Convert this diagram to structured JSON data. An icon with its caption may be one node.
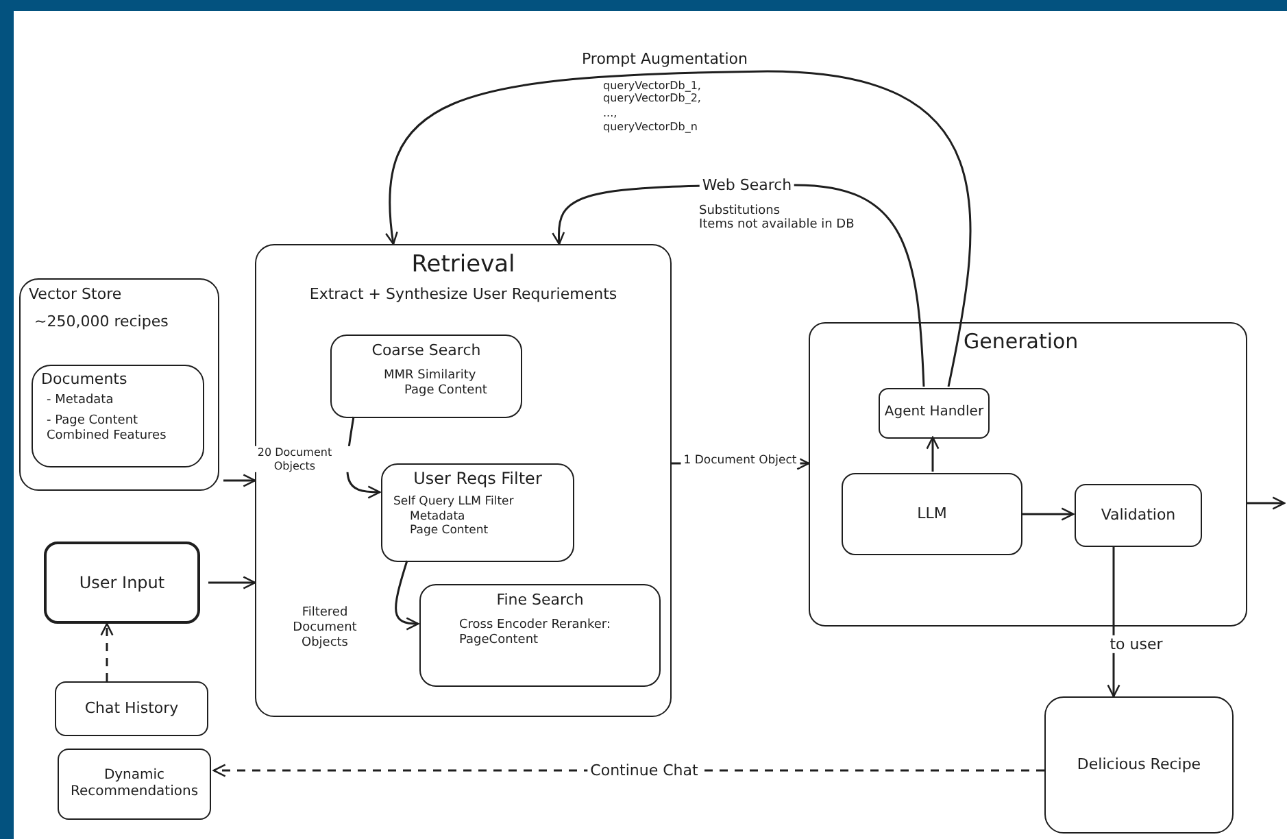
{
  "diagram": {
    "nodes": [
      {
        "text": [
          "Vector Store",
          "~250,000 recipes"
        ]
      },
      {
        "text": [
          "Documents",
          "- Metadata",
          "- Page Content Combined Features"
        ],
        "in": 0
      },
      {
        "text": [
          "User Input"
        ]
      },
      {
        "text": [
          "Chat History"
        ]
      },
      {
        "text": [
          "Dynamic Recommendations"
        ]
      },
      {
        "text": [
          "Retrieval",
          "Extract + Synthesize User Requriements"
        ]
      },
      {
        "text": [
          "Coarse Search",
          "MMR Similarity",
          "Page Content"
        ],
        "in": 5
      },
      {
        "text": [
          "User Reqs Filter",
          "Self Query LLM Filter",
          "Metadata",
          "Page Content"
        ],
        "in": 5
      },
      {
        "text": [
          "Fine Search",
          "Cross Encoder Reranker: PageContent"
        ],
        "in": 5
      },
      {
        "text": [
          "Generation"
        ]
      },
      {
        "text": [
          "Agent Handler"
        ],
        "in": 9
      },
      {
        "text": [
          "LLM"
        ],
        "in": 9
      },
      {
        "text": [
          "Validation"
        ],
        "in": 9
      },
      {
        "text": [
          "Delicious Recipe"
        ]
      }
    ],
    "edges": [
      {
        "from": 0,
        "to": 5,
        "arrow": "to"
      },
      {
        "from": 2,
        "to": 5,
        "arrow": "to"
      },
      {
        "from": 3,
        "to": 2,
        "arrow": "to",
        "style": "dashed"
      },
      {
        "from": 6,
        "to": 7,
        "arrow": "to",
        "label": "20 Document Objects"
      },
      {
        "from": 7,
        "to": 8,
        "arrow": "to",
        "label": "Filtered Document Objects"
      },
      {
        "from": 5,
        "to": 9,
        "arrow": "to",
        "label": "1 Document Object"
      },
      {
        "from": 11,
        "to": 10,
        "arrow": "to"
      },
      {
        "from": 11,
        "to": 12,
        "arrow": "to"
      },
      {
        "from": 12,
        "to": 13,
        "arrow": "to",
        "label": "to user"
      },
      {
        "from": 13,
        "to": 4,
        "arrow": "to",
        "style": "dashed",
        "label": "Continue Chat"
      },
      {
        "from": 10,
        "to": 5,
        "arrow": "to",
        "label": "Prompt Augmentation"
      },
      {
        "from": 10,
        "to": 5,
        "arrow": "to",
        "label": "Web Search"
      },
      {
        "from": 9,
        "to": null,
        "arrow": "to"
      }
    ],
    "labels": [
      "queryVectorDb_1,",
      "queryVectorDb_2,",
      "...,",
      "queryVectorDb_n",
      "Substitutions",
      "Items not available in DB"
    ]
  }
}
